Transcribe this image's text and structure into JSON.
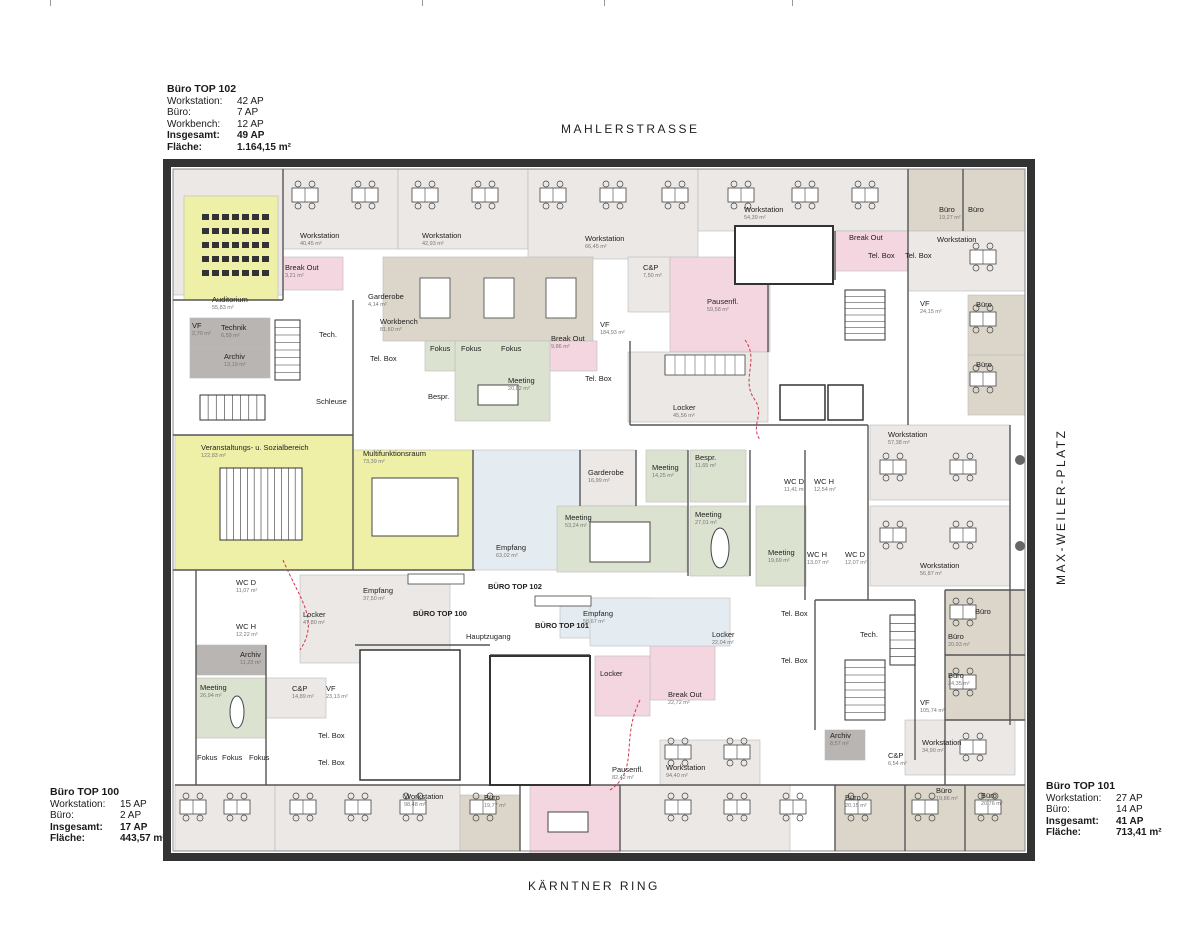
{
  "streets": {
    "north": "MAHLERSTRASSE",
    "south": "KÄRNTNER RING",
    "east": "MAX-WEILER-PLATZ"
  },
  "offices": {
    "top102": {
      "title": "Büro TOP 102",
      "rows": [
        {
          "k": "Workstation:",
          "v": "42 AP"
        },
        {
          "k": "Büro:",
          "v": "7 AP"
        },
        {
          "k": "Workbench:",
          "v": "12 AP"
        },
        {
          "k": "Insgesamt:",
          "v": "49 AP"
        },
        {
          "k": "Fläche:",
          "v": "1.164,15 m²"
        }
      ]
    },
    "top100": {
      "title": "Büro TOP 100",
      "rows": [
        {
          "k": "Workstation:",
          "v": "15 AP"
        },
        {
          "k": "Büro:",
          "v": "2 AP"
        },
        {
          "k": "Insgesamt:",
          "v": "17 AP"
        },
        {
          "k": "Fläche:",
          "v": "443,57 m²"
        }
      ]
    },
    "top101": {
      "title": "Büro TOP 101",
      "rows": [
        {
          "k": "Workstation:",
          "v": "27 AP"
        },
        {
          "k": "Büro:",
          "v": "14 AP"
        },
        {
          "k": "Insgesamt:",
          "v": "41 AP"
        },
        {
          "k": "Fläche:",
          "v": "713,41 m²"
        }
      ]
    }
  },
  "zone_labels": {
    "buero_top_102": "BÜRO TOP 102",
    "buero_top_100": "BÜRO TOP 100",
    "buero_top_101": "BÜRO TOP 101",
    "hauptzugang": "Hauptzugang"
  },
  "colors": {
    "wall": "#333333",
    "room_grey": "#ebe8e6",
    "room_beige": "#dcd6ca",
    "room_yellow": "#eef0a8",
    "room_pink": "#f4d6e0",
    "room_green": "#dbe3d0",
    "room_blue": "#e4ecf1",
    "room_dark": "#b8b5b2",
    "accent_red": "#d0364a"
  },
  "rooms": [
    {
      "name": "Auditorium",
      "area": "55,83 m²"
    },
    {
      "name": "Workstation",
      "area": "40,45 m²"
    },
    {
      "name": "Workstation",
      "area": "42,93 m²"
    },
    {
      "name": "Workstation",
      "area": "66,45 m²"
    },
    {
      "name": "Workstation",
      "area": "54,39 m²"
    },
    {
      "name": "Büro",
      "area": "19,27 m²"
    },
    {
      "name": "Büro",
      "area": ""
    },
    {
      "name": "Break Out",
      "area": ""
    },
    {
      "name": "Tel. Box",
      "area": ""
    },
    {
      "name": "Tel. Box",
      "area": ""
    },
    {
      "name": "Workstation",
      "area": ""
    },
    {
      "name": "Break Out",
      "area": "3,21 m²"
    },
    {
      "name": "Garderobe",
      "area": "4,14 m²"
    },
    {
      "name": "Workbench",
      "area": "81,60 m²"
    },
    {
      "name": "C&P",
      "area": "7,50 m²"
    },
    {
      "name": "Pausenfl.",
      "area": "59,58 m²"
    },
    {
      "name": "VF",
      "area": "24,15 m²"
    },
    {
      "name": "Büro",
      "area": ""
    },
    {
      "name": "Büro",
      "area": ""
    },
    {
      "name": "Büro",
      "area": ""
    },
    {
      "name": "VF",
      "area": "2,70 m²"
    },
    {
      "name": "Technik",
      "area": "6,59 m²"
    },
    {
      "name": "Archiv",
      "area": "13,19 m²"
    },
    {
      "name": "Tech.",
      "area": ""
    },
    {
      "name": "Tel. Box",
      "area": ""
    },
    {
      "name": "Fokus",
      "area": ""
    },
    {
      "name": "Fokus",
      "area": ""
    },
    {
      "name": "Fokus",
      "area": ""
    },
    {
      "name": "Break Out",
      "area": "9,86 m²"
    },
    {
      "name": "VF",
      "area": "184,93 m²"
    },
    {
      "name": "Meeting",
      "area": "20,82 m²"
    },
    {
      "name": "Bespr.",
      "area": ""
    },
    {
      "name": "Tel. Box",
      "area": ""
    },
    {
      "name": "Locker",
      "area": "45,56 m²"
    },
    {
      "name": "Schleuse",
      "area": ""
    },
    {
      "name": "Workstation",
      "area": "57,38 m²"
    },
    {
      "name": "Veranstaltungs- u. Sozialbereich",
      "area": "122,83 m²"
    },
    {
      "name": "Multifunktionsraum",
      "area": "73,39 m²"
    },
    {
      "name": "Garderobe",
      "area": "16,99 m²"
    },
    {
      "name": "Meeting",
      "area": "14,25 m²"
    },
    {
      "name": "Bespr.",
      "area": "11,65 m²"
    },
    {
      "name": "WC D",
      "area": "11,41 m²"
    },
    {
      "name": "WC H",
      "area": "12,54 m²"
    },
    {
      "name": "Meeting",
      "area": "53,24 m²"
    },
    {
      "name": "Meeting",
      "area": "27,01 m²"
    },
    {
      "name": "Meeting",
      "area": "19,69 m²"
    },
    {
      "name": "WC H",
      "area": "13,07 m²"
    },
    {
      "name": "WC D",
      "area": "12,07 m²"
    },
    {
      "name": "Empfang",
      "area": "63,02 m²"
    },
    {
      "name": "Workstation",
      "area": "56,87 m²"
    },
    {
      "name": "WC D",
      "area": "11,07 m²"
    },
    {
      "name": "WC H",
      "area": "12,22 m²"
    },
    {
      "name": "Archiv",
      "area": "11,23 m²"
    },
    {
      "name": "Empfang",
      "area": "37,50 m²"
    },
    {
      "name": "Locker",
      "area": "47,80 m²"
    },
    {
      "name": "Empfang",
      "area": "58,67 m²"
    },
    {
      "name": "Locker",
      "area": "22,04 m²"
    },
    {
      "name": "Tel. Box",
      "area": ""
    },
    {
      "name": "Tel. Box",
      "area": ""
    },
    {
      "name": "Büro",
      "area": "20,93 m²"
    },
    {
      "name": "Büro",
      "area": "24,35 m²"
    },
    {
      "name": "Meeting",
      "area": "26,94 m²"
    },
    {
      "name": "C&P",
      "area": "14,89 m²"
    },
    {
      "name": "VF",
      "area": "23,13 m²"
    },
    {
      "name": "Locker",
      "area": ""
    },
    {
      "name": "Break Out",
      "area": "22,72 m²"
    },
    {
      "name": "Tech.",
      "area": ""
    },
    {
      "name": "VF",
      "area": "105,74 m²"
    },
    {
      "name": "Tel. Box",
      "area": ""
    },
    {
      "name": "Tel. Box",
      "area": ""
    },
    {
      "name": "Fokus",
      "area": ""
    },
    {
      "name": "Fokus",
      "area": ""
    },
    {
      "name": "Fokus",
      "area": ""
    },
    {
      "name": "Archiv",
      "area": "8,57 m²"
    },
    {
      "name": "C&P",
      "area": "6,54 m²"
    },
    {
      "name": "Workstation",
      "area": "34,90 m²"
    },
    {
      "name": "Workstation",
      "area": "94,40 m²"
    },
    {
      "name": "Pausenfl.",
      "area": "82,42 m²"
    },
    {
      "name": "Workstation",
      "area": "98,48 m²"
    },
    {
      "name": "Büro",
      "area": "19,77 m²"
    },
    {
      "name": "Büro",
      "area": "20,15 m²"
    },
    {
      "name": "Büro",
      "area": "19,86 m²"
    },
    {
      "name": "Büro",
      "area": "20,76 m²"
    }
  ]
}
